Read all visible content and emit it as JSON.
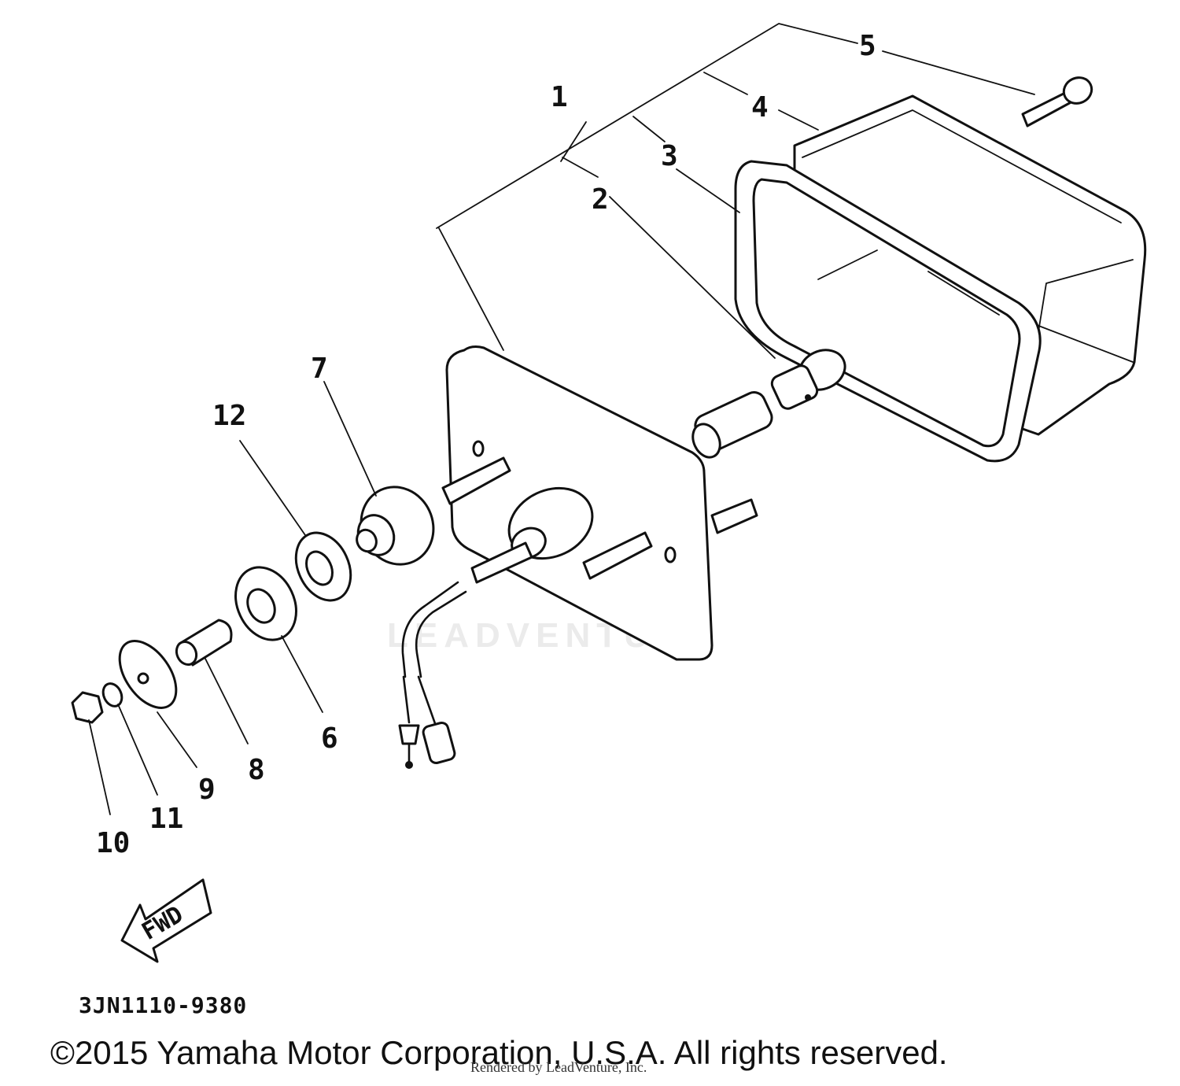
{
  "diagram": {
    "callouts": [
      {
        "id": "callout-1",
        "label": "1"
      },
      {
        "id": "callout-2",
        "label": "2"
      },
      {
        "id": "callout-3",
        "label": "3"
      },
      {
        "id": "callout-4",
        "label": "4"
      },
      {
        "id": "callout-5",
        "label": "5"
      },
      {
        "id": "callout-6",
        "label": "6"
      },
      {
        "id": "callout-7",
        "label": "7"
      },
      {
        "id": "callout-8",
        "label": "8"
      },
      {
        "id": "callout-9",
        "label": "9"
      },
      {
        "id": "callout-10",
        "label": "10"
      },
      {
        "id": "callout-11",
        "label": "11"
      },
      {
        "id": "callout-12",
        "label": "12"
      }
    ],
    "fwd_label": "FWD",
    "drawing_code": "3JN1110-9380",
    "watermark": "LEADVENTURE"
  },
  "footer": {
    "copyright": "©2015 Yamaha Motor Corporation, U.S.A. All rights reserved.",
    "render_credit": "Rendered by LeadVenture, Inc."
  }
}
